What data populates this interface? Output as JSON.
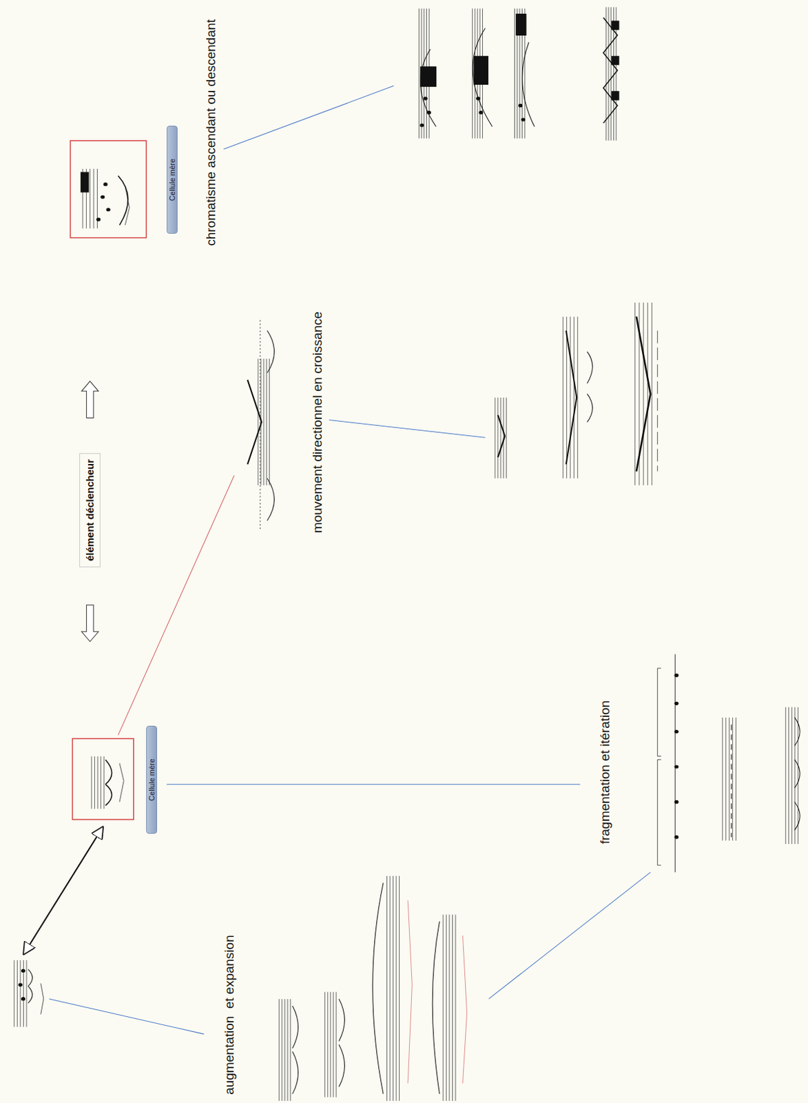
{
  "diagram": {
    "nodes": [
      {
        "text": [
          "élément déclencheur"
        ]
      },
      {
        "text": [
          "Cellule mère"
        ]
      },
      {
        "text": [
          "Cellule mère"
        ]
      }
    ],
    "labels": [
      "chromatisme ascendant ou descendant",
      "mouvement directionnel en croissance",
      "fragmentation et itération",
      "augmentation  et expansion"
    ]
  }
}
